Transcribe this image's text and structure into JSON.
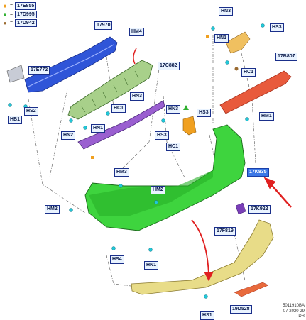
{
  "legend": [
    {
      "symbol": "■",
      "color": "#f0a020",
      "code": "17E855"
    },
    {
      "symbol": "▲",
      "color": "#30b030",
      "code": "17D995"
    },
    {
      "symbol": "●",
      "color": "#9a6a30",
      "code": "17D942"
    }
  ],
  "labels": {
    "hn3_top": "HN3",
    "hs3_top": "HS3",
    "hn1_top": "HN1",
    "hc1_top": "HC1",
    "p17970": "17970",
    "hm4": "HM4",
    "p17e772": "17E772",
    "p17c882": "17C882",
    "p17b807": "17B807",
    "hs2": "HS2",
    "hb1": "HB1",
    "hn3_mid": "HN3",
    "hc1_mid": "HC1",
    "hn2_mid": "HN2",
    "hn1_mid": "HN1",
    "hn3_center": "HN3",
    "hs3_center": "HS3",
    "hs3_right": "HS3",
    "hc1_center": "HC1",
    "hm1": "HM1",
    "p17k835": "17K835",
    "hm3": "HM3",
    "hm2_center": "HM2",
    "hm2_left": "HM2",
    "p17k922": "17K922",
    "p17f819": "17F819",
    "hs4": "HS4",
    "hn1_bottom": "HN1",
    "hs1": "HS1",
    "p19d528": "19D528"
  },
  "footer": {
    "line1": "5011910BA",
    "line2": "07-2020 29",
    "line3": "DR"
  }
}
